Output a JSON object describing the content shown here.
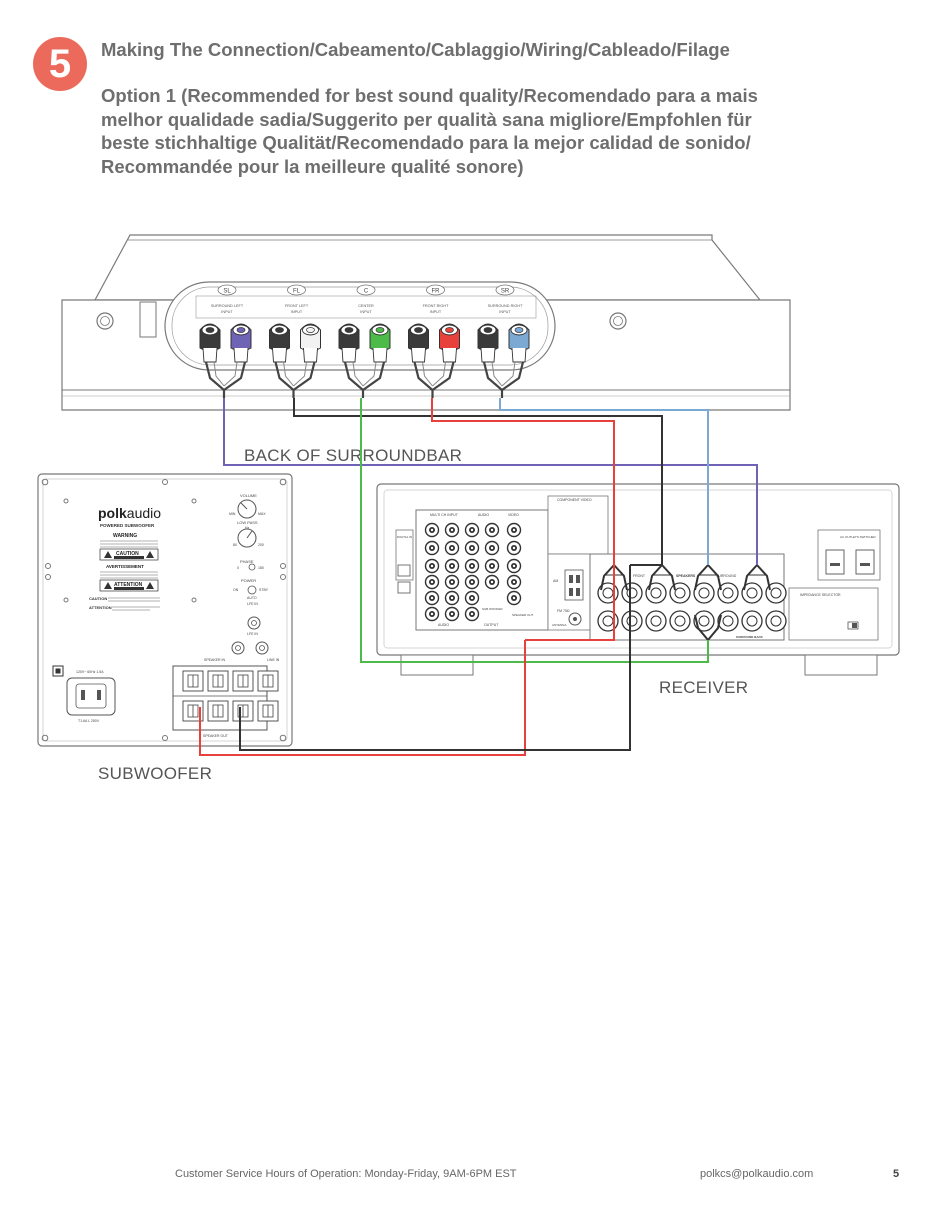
{
  "step": {
    "number": "5"
  },
  "title": "Making The Connection/Cabeamento/Cablaggio/Wiring/Cableado/Filage",
  "option": {
    "lines": [
      "Option 1  (Recommended for best sound quality/Recomendado para a mais",
      "melhor qualidade sadia/Suggerito per qualità sana migliore/Empfohlen für",
      "beste stichhaltige Qualität/Recomendado para la mejor calidad de sonido/",
      "Recommandée pour la meilleure qualité sonore)"
    ]
  },
  "diagram": {
    "surroundbar": {
      "caption": "BACK OF SURROUNDBAR",
      "channels": [
        {
          "code": "SL",
          "label_1": "SURROUND LEFT",
          "label_2": "INPUT",
          "color": "#6f63b5"
        },
        {
          "code": "FL",
          "label_1": "FRONT LEFT",
          "label_2": "INPUT",
          "color": "#f2f2f2"
        },
        {
          "code": "C",
          "label_1": "CENTER",
          "label_2": "INPUT",
          "color": "#4dbb4a"
        },
        {
          "code": "FR",
          "label_1": "FRONT RIGHT",
          "label_2": "INPUT",
          "color": "#e8413c"
        },
        {
          "code": "SR",
          "label_1": "SURROUND RIGHT",
          "label_2": "INPUT",
          "color": "#7ba9d4"
        }
      ]
    },
    "subwoofer": {
      "caption": "SUBWOOFER",
      "brand": "polkaudio",
      "brand_bold": "polk",
      "brand_light": "audio",
      "subtitle": "POWERED SUBWOOFER",
      "warning": "WARNING",
      "caution": "CAUTION",
      "avertissement": "AVERTISSEMENT",
      "attention": "ATTENTION",
      "caution_label": "CAUTION",
      "attention_label": "ATTENTION",
      "volume": "VOLUME",
      "min": "MIN",
      "max": "MAX",
      "low_pass": "LOW PASS",
      "low_pass_unit": "Hz",
      "lp_low": "80",
      "lp_high": "200",
      "phase": "PHASE",
      "phase_0": "0",
      "phase_180": "180",
      "power": "POWER",
      "power_on": "ON",
      "power_stby": "STBY",
      "power_auto": "AUTO",
      "lfe_in": "LFE IN",
      "line_in": "LINE IN",
      "speaker_in": "SPEAKER IN",
      "speaker_out": "SPEAKER OUT",
      "power_rating": "120V~ 60Hz 1.5A",
      "fuse": "T1.6A L 250V"
    },
    "receiver": {
      "caption": "RECEIVER",
      "multi_ch_input": "MULTI CH INPUT",
      "audio": "AUDIO",
      "video": "VIDEO",
      "component_video": "COMPONENT VIDEO",
      "output": "OUTPUT",
      "speaker_out": "SPEAKER OUT",
      "speakers": "SPEAKERS",
      "surround": "SURROUND",
      "front": "FRONT",
      "surround_back": "SURROUND BACK",
      "impedance_selector": "IMPEDANCE SELECTOR",
      "ac_outlets": "AC OUTLETS SWITCHED",
      "sub_woofer": "SUB WOOFER",
      "fm_75": "FM 75Ω",
      "am": "AM",
      "antenna": "ANTENNA",
      "digital_in": "DIGITAL IN"
    }
  },
  "footer": {
    "hours": "Customer Service Hours of Operation: Monday-Friday, 9AM-6PM EST",
    "email": "polkcs@polkaudio.com",
    "page": "5"
  }
}
